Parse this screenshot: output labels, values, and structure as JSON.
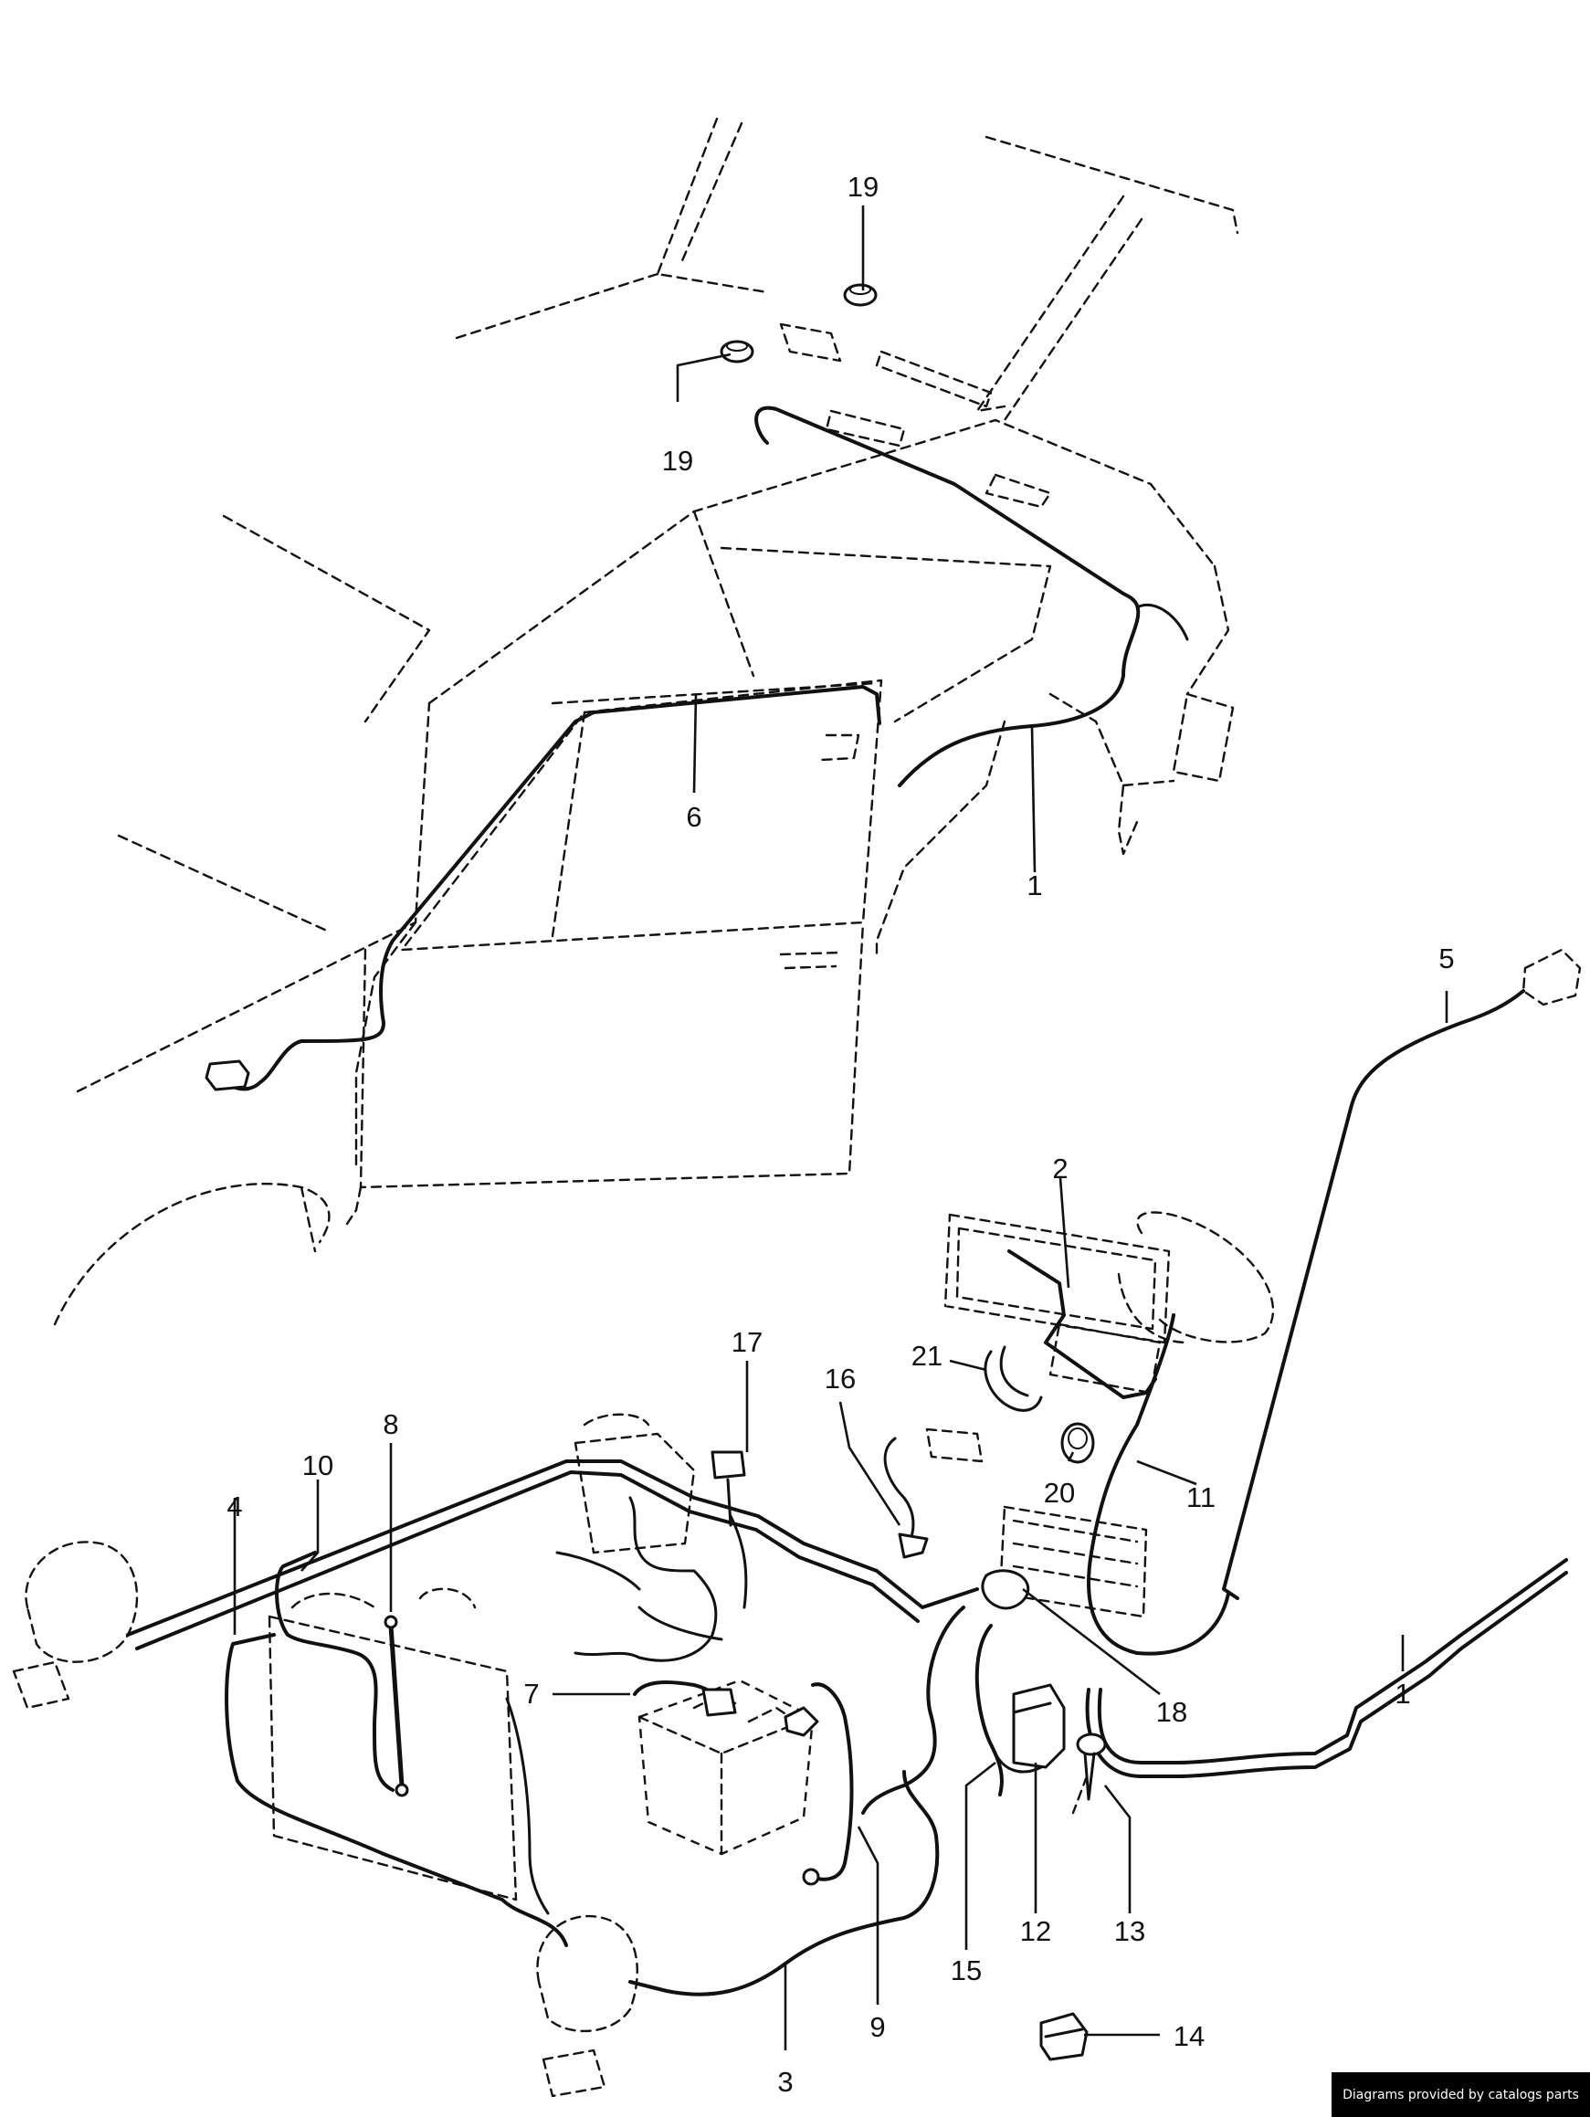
{
  "callouts": [
    "19",
    "19",
    "6",
    "1",
    "5",
    "2",
    "21",
    "16",
    "17",
    "8",
    "10",
    "4",
    "20",
    "11",
    "7",
    "18",
    "1",
    "12",
    "13",
    "15",
    "9",
    "3",
    "14"
  ],
  "footer_credit": "Diagrams provided by catalogs parts"
}
